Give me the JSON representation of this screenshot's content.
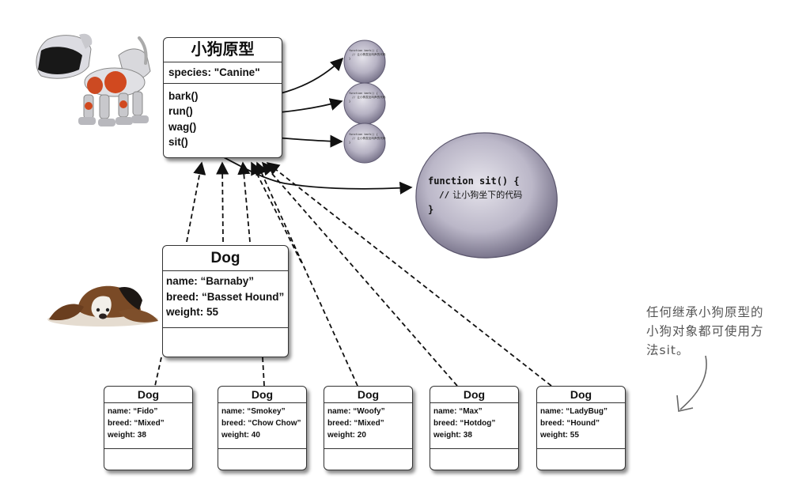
{
  "prototype_box": {
    "title": "小狗原型",
    "property": "species: \"Canine\"",
    "methods": [
      "bark()",
      "run()",
      "wag()",
      "sit()"
    ]
  },
  "main_dog": {
    "title": "Dog",
    "fields": [
      "name: “Barnaby”",
      "breed: “Basset Hound”",
      "weight: 55"
    ]
  },
  "small_dogs": [
    {
      "title": "Dog",
      "fields": [
        "name: “Fido”",
        "breed: “Mixed”",
        "weight: 38"
      ]
    },
    {
      "title": "Dog",
      "fields": [
        "name: “Smokey”",
        "breed: “Chow Chow”",
        "weight: 40"
      ]
    },
    {
      "title": "Dog",
      "fields": [
        "name: “Woofy”",
        "breed: “Mixed”",
        "weight: 20"
      ]
    },
    {
      "title": "Dog",
      "fields": [
        "name: “Max”",
        "breed: “Hotdog”",
        "weight: 38"
      ]
    },
    {
      "title": "Dog",
      "fields": [
        "name: “LadyBug”",
        "breed: “Hound”",
        "weight: 55"
      ]
    }
  ],
  "method_blobs": [
    {
      "line1": "function bark() {",
      "line2": "// 让小狗发出叫声的代码",
      "line3": "}"
    },
    {
      "line1": "function bark() {",
      "line2": "// 让小狗发出叫声的代码",
      "line3": "}"
    },
    {
      "line1": "function bark() {",
      "line2": "// 让小狗发出叫声的代码",
      "line3": "}"
    }
  ],
  "sit_blob": {
    "line1": "function sit() {",
    "comment_marker": "//",
    "comment": "让小狗坐下的代码",
    "line3": "}"
  },
  "annotation": {
    "lines": [
      "任何继承小狗原型的",
      "小狗对象都可使用方",
      "法sit。"
    ]
  },
  "colors": {
    "blob_fill": "#a9a5b8",
    "blob_edge": "#6d6880",
    "border": "#333333",
    "arrow": "#111111",
    "annotation_text": "#555555"
  },
  "images": [
    "robot-dog-image",
    "basset-hound-image"
  ]
}
